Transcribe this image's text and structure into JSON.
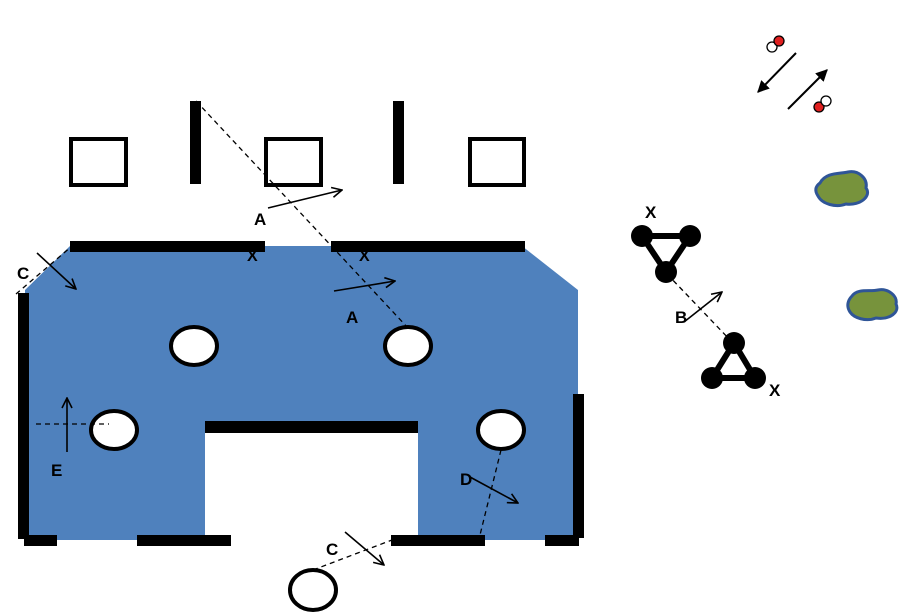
{
  "labels": {
    "a_upper": "A",
    "a_lower": "A",
    "b": "B",
    "c_left": "C",
    "c_bottom": "C",
    "d": "D",
    "e": "E",
    "x_top_left": "X",
    "x_top_mid": "X",
    "x_triangle_top": "X",
    "x_triangle_bottom": "X"
  },
  "colors": {
    "region_fill": "#4f81bd",
    "wall": "#000000",
    "island_fill": "#77933c",
    "island_stroke": "#2f5597",
    "atom_red": "#e02020"
  },
  "icons": {
    "molecule": "two-atom-molecule-icon",
    "island": "island-icon",
    "triangle": "triangle-molecule-icon"
  }
}
